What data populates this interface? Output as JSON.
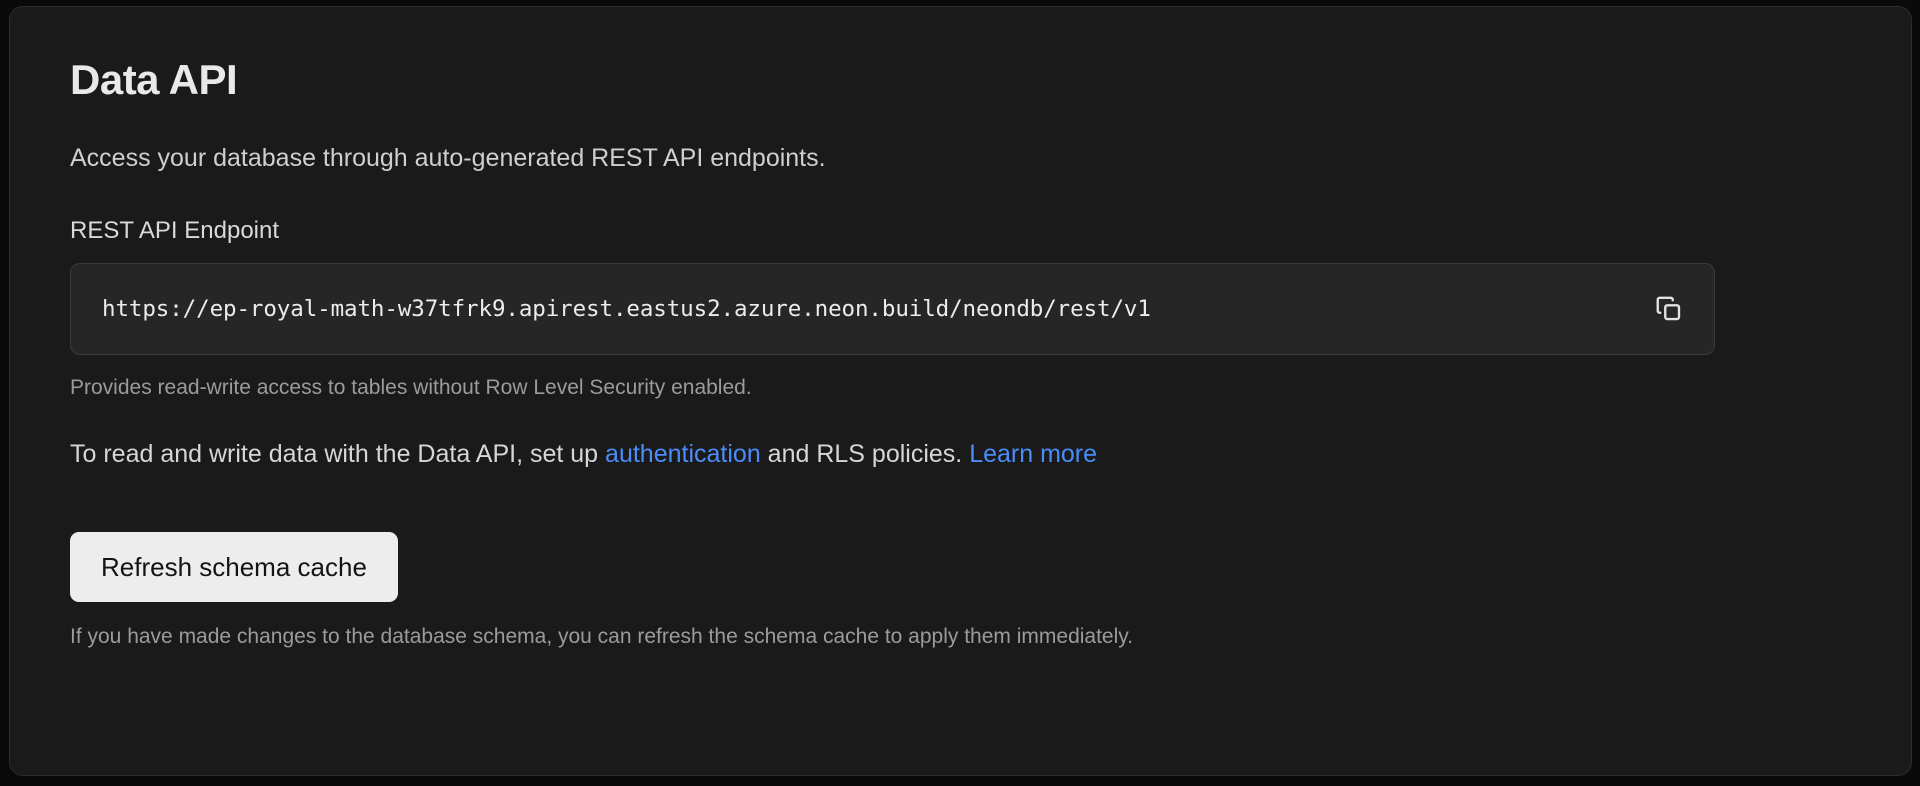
{
  "card": {
    "title": "Data API",
    "subtitle": "Access your database through auto-generated REST API endpoints.",
    "endpoint_field": {
      "label": "REST API Endpoint",
      "value": "https://ep-royal-math-w37tfrk9.apirest.eastus2.azure.neon.build/neondb/rest/v1",
      "copy_icon": "copy-icon",
      "help_text": "Provides read-write access to tables without Row Level Security enabled."
    },
    "rls_note": {
      "lead": "To read and write data with the Data API, set up ",
      "auth_link": "authentication",
      "middle": " and RLS policies. ",
      "learn_more_link": "Learn more"
    },
    "refresh": {
      "button_label": "Refresh schema cache",
      "footnote": "If you have made changes to the database schema, you can refresh the schema cache to apply them immediately."
    }
  },
  "colors": {
    "page_background": "#0a0a0a",
    "card_background": "#1a1a1a",
    "card_border": "#2c2c2c",
    "input_background": "#262626",
    "link_blue": "#4a8dfa",
    "button_background": "#ededed",
    "muted_text": "#9b9b9b"
  }
}
